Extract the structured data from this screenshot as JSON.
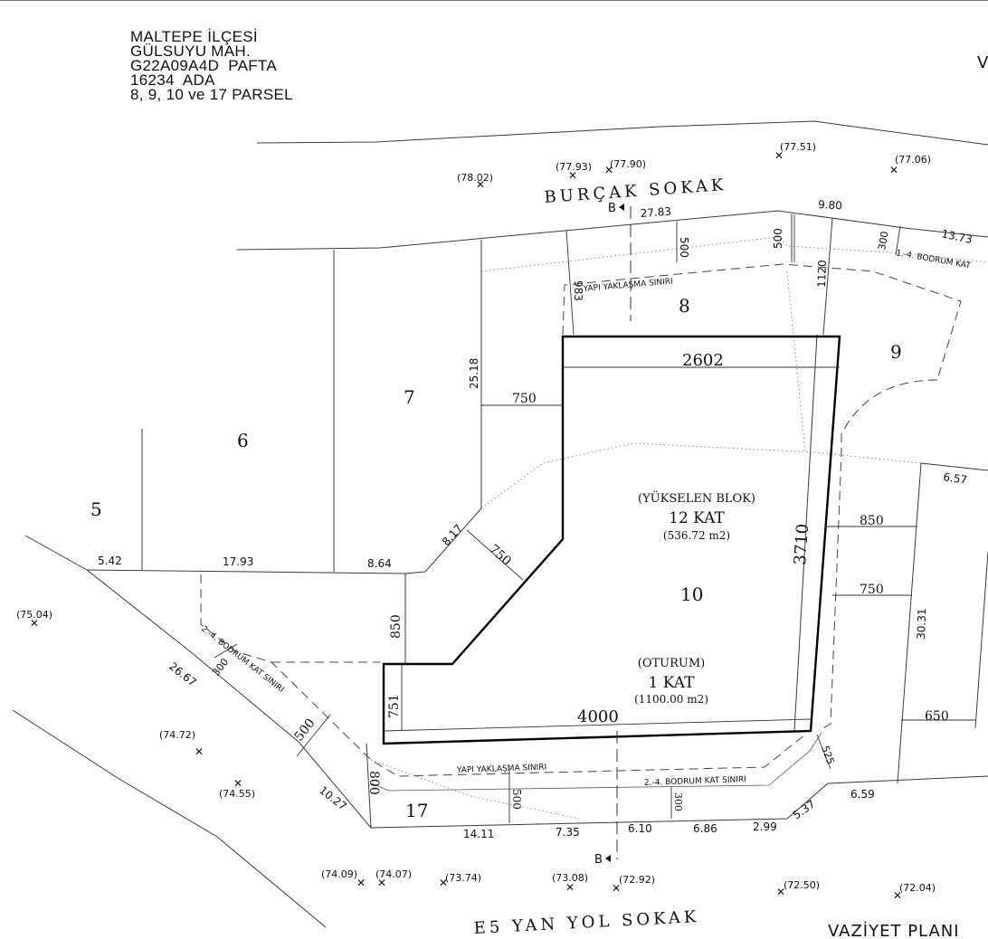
{
  "header": {
    "line1": "MALTEPE İLÇESİ",
    "line2": "GÜLSUYU MAH.",
    "line3": "G22A09A4D  PAFTA",
    "line4": "16234  ADA",
    "line5": "8, 9, 10 ve 17 PARSEL"
  },
  "corner_letter": "V",
  "streets": {
    "north": "BURÇAK SOKAK",
    "south": "E5 YAN YOL SOKAK",
    "plan_title": "VAZİYET PLANI"
  },
  "parcels": {
    "p5": "5",
    "p6": "6",
    "p7": "7",
    "p8": "8",
    "p9": "9",
    "p10": "10",
    "p17": "17"
  },
  "section_marks": {
    "top": "B",
    "bottom": "B"
  },
  "block": {
    "rising_title": "(YÜKSELEN BLOK)",
    "rising_floors": "12 KAT",
    "rising_area": "(536.72 m2)",
    "base_title": "(OTURUM)",
    "base_floors": "1 KAT",
    "base_area": "(1100.00 m2)"
  },
  "setback_labels": {
    "approach_north": "YAPI YAKLAŞMA SINIRI",
    "approach_south": "YAPI YAKLAŞMA SINIRI",
    "basement_northeast": "1.-4. BODRUM KAT",
    "basement_west": "2.-4. BODRUM KAT SINIRI",
    "basement_south": "2.-4. BODRUM KAT SINIRI"
  },
  "elevations": {
    "e1": "(78.02)",
    "e2": "(77.93)",
    "e3": "(77.90)",
    "e4": "(77.51)",
    "e5": "(77.06)",
    "e6": "(75.04)",
    "e7": "(74.72)",
    "e8": "(74.55)",
    "e9": "(74.09)",
    "e10": "(74.07)",
    "e11": "(73.74)",
    "e12": "(73.08)",
    "e13": "(72.92)",
    "e14": "(72.50)",
    "e15": "(72.04)"
  },
  "dimensions": {
    "d2783": "27.83",
    "d980": "9.80",
    "d1373": "13.73",
    "d500a": "500",
    "d500b": "500",
    "d300a": "300",
    "d983": "983",
    "d1120": "1120",
    "d2602": "2602",
    "d2518": "25.18",
    "d750a": "750",
    "d750b": "750",
    "d750c": "750",
    "d817": "8.17",
    "d3710": "3710",
    "d850a": "850",
    "d850b": "850",
    "d657": "6.57",
    "d3031": "30.31",
    "d650": "650",
    "d542": "5.42",
    "d1793": "17.93",
    "d864": "8.64",
    "d2667": "26.67",
    "d300b": "300",
    "d500c": "500",
    "d751": "751",
    "d4000": "4000",
    "d800": "800",
    "d1027": "10.27",
    "d500d": "500",
    "d300c": "300",
    "d525": "525",
    "d659": "6.59",
    "d537": "5.37",
    "d1411": "14.11",
    "d735": "7.35",
    "d610": "6.10",
    "d686": "6.86",
    "d299": "2.99"
  }
}
